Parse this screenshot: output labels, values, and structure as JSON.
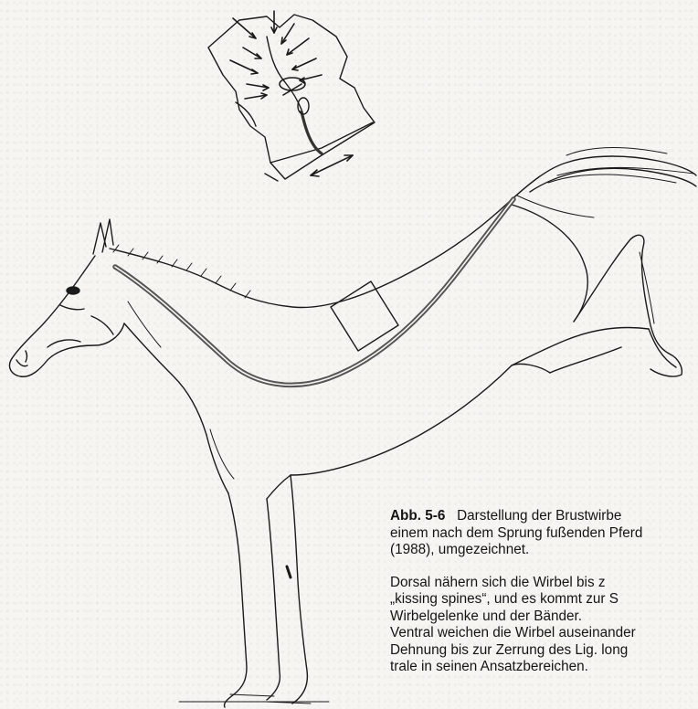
{
  "caption": {
    "label": "Abb. 5-6",
    "title_lines": [
      "Darstellung der Brustwirbe",
      "einem nach dem Sprung fußenden Pferd",
      "(1988), umgezeichnet."
    ],
    "body_lines": [
      "Dorsal nähern sich die Wirbel bis z",
      "„kissing spines“, und es kommt zur S",
      "Wirbelgelenke und der Bänder.",
      "Ventral weichen die Wirbel auseinander",
      "Dehnung bis zur Zerrung des Lig. long",
      "trale in seinen Ansatzbereichen."
    ]
  },
  "colors": {
    "ink": "#1a1a1a",
    "paper": "#f6f5f2",
    "spine_band": "#555555"
  }
}
